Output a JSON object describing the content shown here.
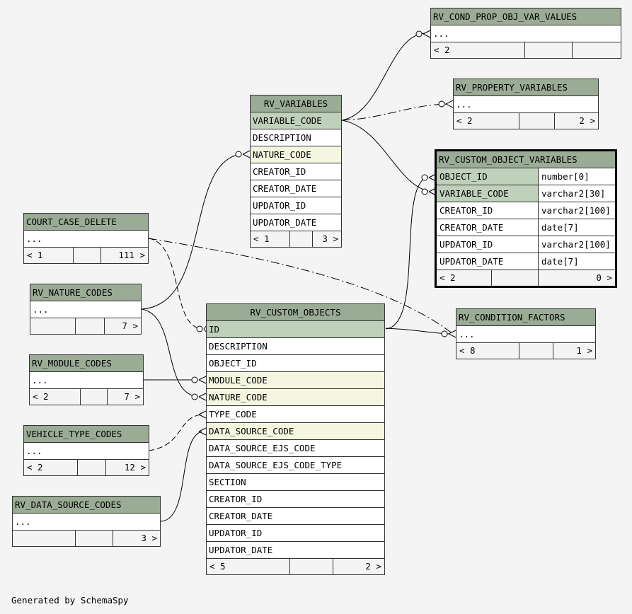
{
  "tables": {
    "rv_cond_prop_obj_var_values": {
      "name": "RV_COND_PROP_OBJ_VAR_VALUES",
      "rows": [
        "..."
      ],
      "footer": [
        "< 2",
        "",
        ""
      ]
    },
    "rv_property_variables": {
      "name": "RV_PROPERTY_VARIABLES",
      "rows": [
        "..."
      ],
      "footer": [
        "< 2",
        "",
        "2 >"
      ]
    },
    "rv_variables": {
      "name": "RV_VARIABLES",
      "rows": [
        "VARIABLE_CODE",
        "DESCRIPTION",
        "NATURE_CODE",
        "CREATOR_ID",
        "CREATOR_DATE",
        "UPDATOR_ID",
        "UPDATOR_DATE"
      ],
      "footer": [
        "< 1",
        "",
        "3 >"
      ]
    },
    "rv_custom_object_variables": {
      "name": "RV_CUSTOM_OBJECT_VARIABLES",
      "rows": [
        {
          "column": "OBJECT_ID",
          "type": "number[0]"
        },
        {
          "column": "VARIABLE_CODE",
          "type": "varchar2[30]"
        },
        {
          "column": "CREATOR_ID",
          "type": "varchar2[100]"
        },
        {
          "column": "CREATOR_DATE",
          "type": "date[7]"
        },
        {
          "column": "UPDATOR_ID",
          "type": "varchar2[100]"
        },
        {
          "column": "UPDATOR_DATE",
          "type": "date[7]"
        }
      ],
      "footer": [
        "< 2",
        "",
        "0 >"
      ]
    },
    "court_case_delete": {
      "name": "COURT_CASE_DELETE",
      "rows": [
        "..."
      ],
      "footer": [
        "< 1",
        "",
        "111 >"
      ]
    },
    "rv_nature_codes": {
      "name": "RV_NATURE_CODES",
      "rows": [
        "..."
      ],
      "footer": [
        "",
        "",
        "7 >"
      ]
    },
    "rv_custom_objects": {
      "name": "RV_CUSTOM_OBJECTS",
      "rows": [
        "ID",
        "DESCRIPTION",
        "OBJECT_ID",
        "MODULE_CODE",
        "NATURE_CODE",
        "TYPE_CODE",
        "DATA_SOURCE_CODE",
        "DATA_SOURCE_EJS_CODE",
        "DATA_SOURCE_EJS_CODE_TYPE",
        "SECTION",
        "CREATOR_ID",
        "CREATOR_DATE",
        "UPDATOR_ID",
        "UPDATOR_DATE"
      ],
      "footer": [
        "< 5",
        "",
        "2 >"
      ]
    },
    "rv_condition_factors": {
      "name": "RV_CONDITION_FACTORS",
      "rows": [
        "..."
      ],
      "footer": [
        "< 8",
        "",
        "1 >"
      ]
    },
    "rv_module_codes": {
      "name": "RV_MODULE_CODES",
      "rows": [
        "..."
      ],
      "footer": [
        "< 2",
        "",
        "7 >"
      ]
    },
    "vehicle_type_codes": {
      "name": "VEHICLE_TYPE_CODES",
      "rows": [
        "..."
      ],
      "footer": [
        "< 2",
        "",
        "12 >"
      ]
    },
    "rv_data_source_codes": {
      "name": "RV_DATA_SOURCE_CODES",
      "rows": [
        "..."
      ],
      "footer": [
        "",
        "",
        "3 >"
      ]
    }
  },
  "generated_by": "Generated by SchemaSpy",
  "colors": {
    "header": "#9aab96",
    "primary_key": "#bfd0bb",
    "foreign_key": "#f4f6df",
    "background": "#f4f4f4"
  }
}
